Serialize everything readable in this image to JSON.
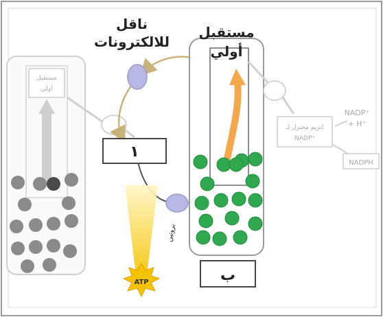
{
  "labels": {
    "electron_carrier": [
      "ناقل",
      "للالكترونات"
    ],
    "primary_acceptor": [
      "مستقبل",
      "أولي"
    ],
    "box_a": "١",
    "box_b": "ب",
    "protein": "بروتين",
    "atp": "ATP",
    "faded_acceptor": [
      "مستقبل",
      "أولي"
    ],
    "nadp_top": [
      "NADP⁺",
      "+ H⁺"
    ],
    "enzyme": [
      "انزيم مختزل لـ",
      "NADP⁺"
    ],
    "nadph": "NADPH"
  },
  "colors": {
    "green": "#2fa84f",
    "gray": "#8a8a8a",
    "orange": "#f3a84b",
    "yellow": "#f7d23a",
    "carrier": "#b8b8e6",
    "arrow_tan": "#c8b27a"
  }
}
